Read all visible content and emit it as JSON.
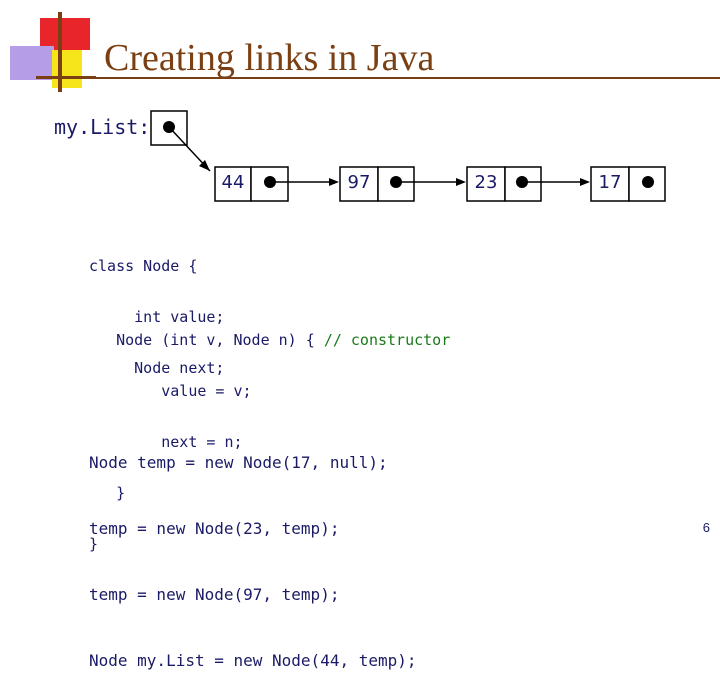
{
  "slide": {
    "title": "Creating links in Java",
    "page_number": "6",
    "colors": {
      "title": "#7a3f12",
      "text": "#1a1a66",
      "comment": "#1a7a1a"
    }
  },
  "diagram": {
    "variable_label": "my.List:",
    "nodes": [
      {
        "value": "44"
      },
      {
        "value": "97"
      },
      {
        "value": "23"
      },
      {
        "value": "17"
      }
    ]
  },
  "code": {
    "class_lines": [
      "class Node {",
      "     int value;",
      "     Node next;"
    ],
    "constructor_line_code": "   Node (int v, Node n) { ",
    "constructor_line_comment": "// constructor",
    "constructor_body": [
      "        value = v;",
      "        next = n;",
      "   }",
      "}"
    ],
    "usage_lines": [
      "Node temp = new Node(17, null);",
      "temp = new Node(23, temp);",
      "temp = new Node(97, temp);",
      "Node my.List = new Node(44, temp);"
    ]
  }
}
